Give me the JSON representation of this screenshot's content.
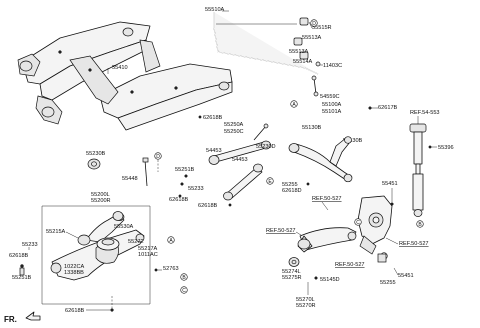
{
  "labels": {
    "l55410": "55410",
    "l55510a": "55510A",
    "l55515r": "55515R",
    "l55513a1": "55513A",
    "l55513a2": "55513A",
    "l55514a": "55514A",
    "l11403c": "11403C",
    "l54559c": "54559C",
    "l55100a": "55100A",
    "l55101a": "55101A",
    "l62617b": "62617B",
    "lref54553": "REF.54-553",
    "l62618b1": "62618B",
    "l55250a": "55250A",
    "l55250c": "55250C",
    "l54453a": "54453",
    "l54453b": "54453",
    "l55230d": "55230D",
    "l55130b1": "55130B",
    "l55130b2": "55130B",
    "l55396": "55396",
    "l55230b": "55230B",
    "l55448": "55448",
    "l62618b2": "62618B",
    "l55251b1": "55251B",
    "l55233a": "55233",
    "l55255": "55255",
    "l62618d": "62618D",
    "lref50527a": "REF.50-527",
    "l55451": "55451",
    "l62618b3": "62618B",
    "l55200l": "55200L",
    "l55200r": "55200R",
    "l55530a": "55530A",
    "lref50527b": "REF.50-527",
    "lref50527c": "REF.50-527",
    "l55215a": "55215A",
    "l55272": "55272",
    "l55233b": "55233",
    "l62618b4": "62618B",
    "l55251b2": "55251B",
    "l55217a": "55217A",
    "l1011ac": "1011AC",
    "l1022ca": "1022CA",
    "l1338bb": "1338BB",
    "l52763": "52763",
    "l62618b5": "62618B",
    "lref50527d": "REF.50-527",
    "l55274l": "55274L",
    "l55275r": "55275R",
    "l55145d": "55145D",
    "l55451b": "55451",
    "l55255b": "55255",
    "l55270l": "55270L",
    "l55270r": "55270R",
    "fr": "FR."
  },
  "callouts": {
    "A": "A",
    "B": "B",
    "C": "C",
    "D": "D",
    "E": "E"
  }
}
